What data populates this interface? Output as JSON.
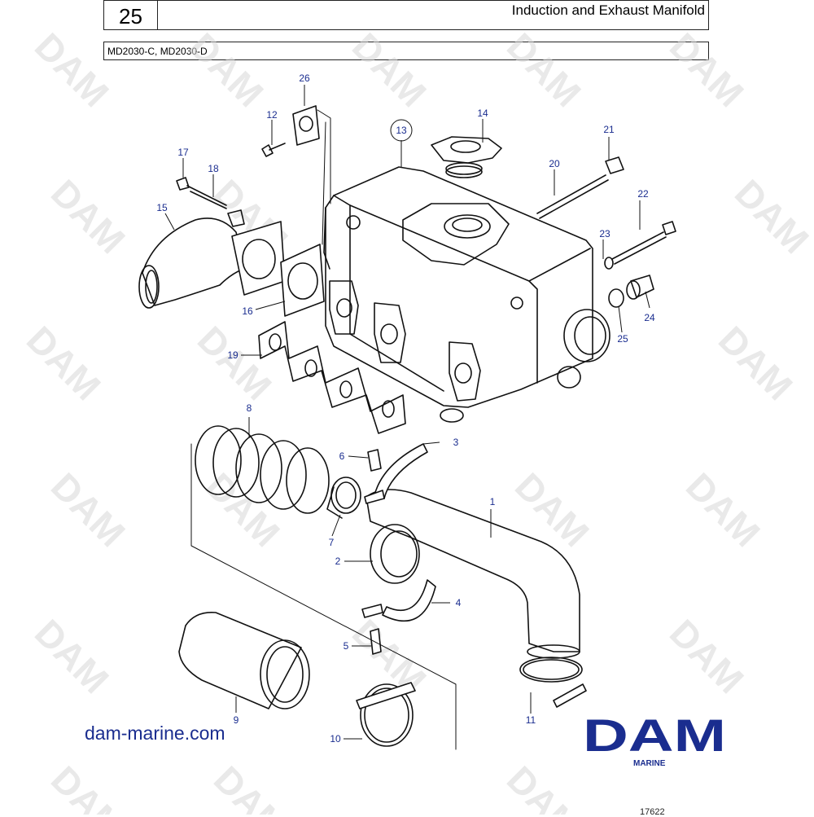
{
  "header": {
    "page_number": "25",
    "title": "Induction and Exhaust Manifold",
    "models": "MD2030-C, MD2030-D"
  },
  "watermark": {
    "text": "DAM"
  },
  "callouts": [
    {
      "label": "1"
    },
    {
      "label": "2"
    },
    {
      "label": "3"
    },
    {
      "label": "4"
    },
    {
      "label": "5"
    },
    {
      "label": "6"
    },
    {
      "label": "7"
    },
    {
      "label": "8"
    },
    {
      "label": "9"
    },
    {
      "label": "10"
    },
    {
      "label": "11"
    },
    {
      "label": "12"
    },
    {
      "label": "13"
    },
    {
      "label": "14"
    },
    {
      "label": "15"
    },
    {
      "label": "16"
    },
    {
      "label": "17"
    },
    {
      "label": "18"
    },
    {
      "label": "19"
    },
    {
      "label": "20"
    },
    {
      "label": "21"
    },
    {
      "label": "22"
    },
    {
      "label": "23"
    },
    {
      "label": "24"
    },
    {
      "label": "25"
    },
    {
      "label": "26"
    }
  ],
  "footer": {
    "website": "dam-marine.com",
    "brand": "DAM",
    "brand_sub": "MARINE",
    "reference": "17622"
  },
  "colors": {
    "callout_text": "#1a2d8f",
    "brand": "#1a2d8f",
    "watermark": "#d8d8d8",
    "line": "#111111"
  }
}
